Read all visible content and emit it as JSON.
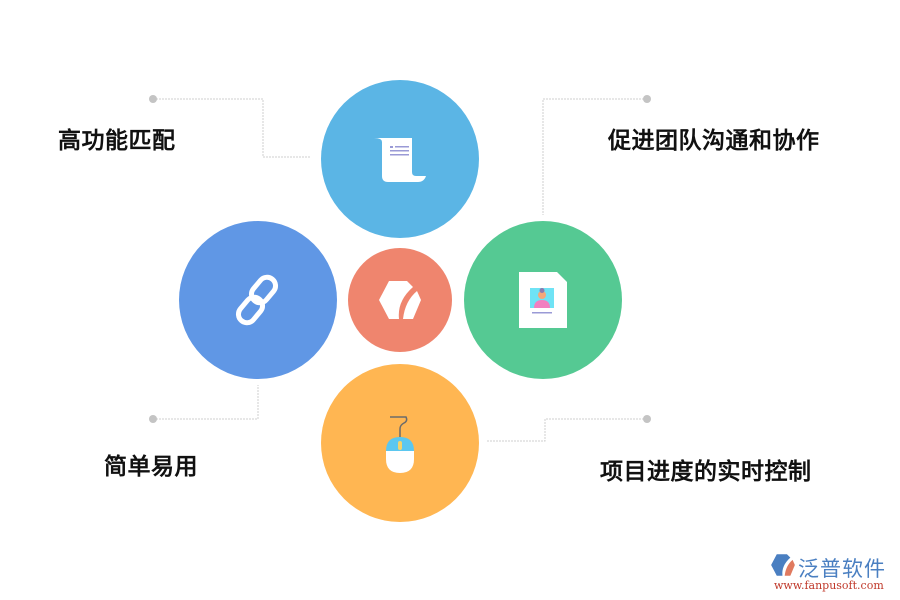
{
  "diagram": {
    "center": {
      "icon": "fanpu-logo-icon",
      "color": "#EF856E"
    },
    "nodes": [
      {
        "id": "top",
        "icon": "scroll-document-icon",
        "color": "#5BB5E5",
        "label": "高功能匹配"
      },
      {
        "id": "right",
        "icon": "id-card-document-icon",
        "color": "#55C993",
        "label": "促进团队沟通和协作"
      },
      {
        "id": "left",
        "icon": "chain-link-icon",
        "color": "#6097E5",
        "label": "简单易用"
      },
      {
        "id": "bottom",
        "icon": "computer-mouse-icon",
        "color": "#FFB652",
        "label": "项目进度的实时控制"
      }
    ],
    "connector_color": "#cccccc",
    "dot_color": "#c0c0c0"
  },
  "watermark": {
    "name": "泛普软件",
    "url": "www.fanpusoft.com"
  }
}
